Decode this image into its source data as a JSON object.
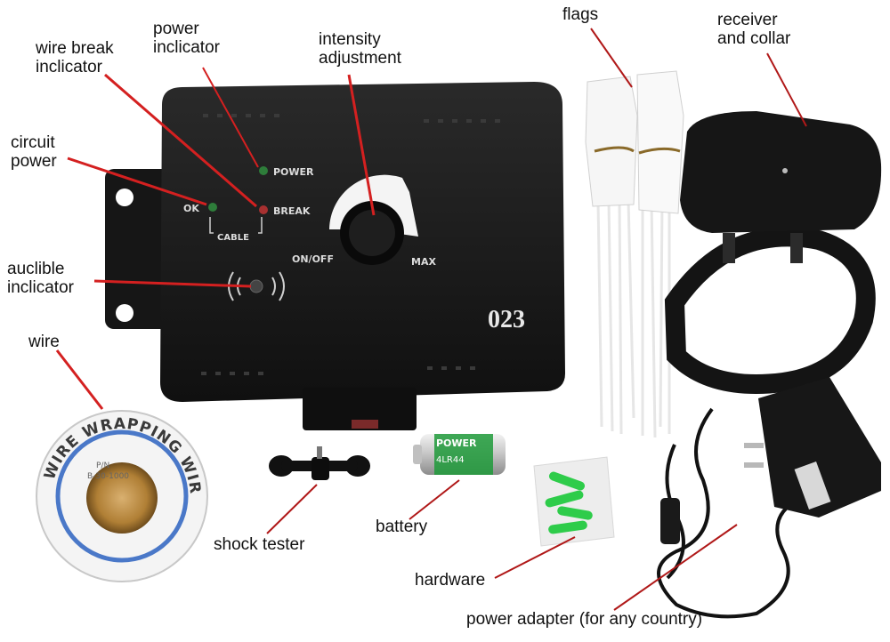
{
  "labels": {
    "power_indicator": [
      "power",
      "inclicator"
    ],
    "intensity": [
      "intensity",
      "adjustment"
    ],
    "flags": [
      "flags"
    ],
    "receiver": [
      "receiver",
      "and collar"
    ],
    "wire_break": [
      "wire break",
      "inclicator"
    ],
    "circuit_power": [
      "circuit",
      "power"
    ],
    "audible": [
      "auclible",
      "inclicator"
    ],
    "wire": [
      "wire"
    ],
    "shock_tester": [
      "shock tester"
    ],
    "battery": [
      "battery"
    ],
    "hardware": [
      "hardware"
    ],
    "adapter": [
      "power adapter (for any country)"
    ]
  },
  "device": {
    "power": "POWER",
    "break": "BREAK",
    "ok": "OK",
    "cable": "CABLE",
    "onoff": "ON/OFF",
    "max": "MAX",
    "model": "023"
  },
  "spool": {
    "ring_text": "WIRE WRAPPING WIRE",
    "pn": "P/N",
    "part": "B-30-1000"
  },
  "battery_label": {
    "brand": "POWER",
    "model": "4LR44"
  },
  "colors": {
    "leader_red": "#d42020",
    "leader_dark": "#b01818",
    "device_body": "#1b1b1b",
    "spool_blue": "#4a78c8",
    "battery_green": "#1f9a3a",
    "hardware_green": "#2ecc4a"
  }
}
